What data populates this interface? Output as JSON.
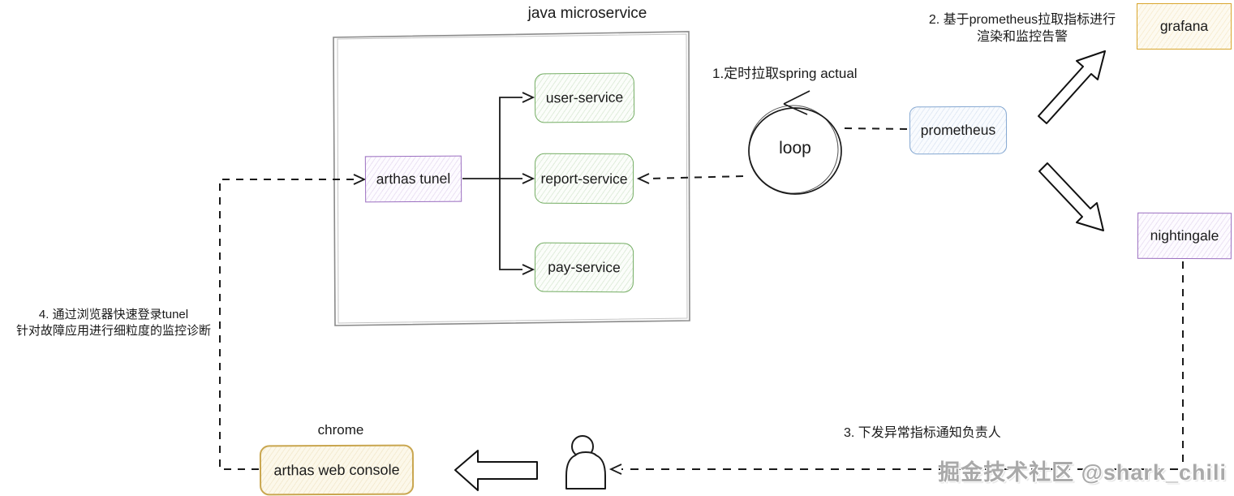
{
  "diagram": {
    "title": "java microservice",
    "nodes": {
      "arthas_tunel": "arthas tunel",
      "user_service": "user-service",
      "report_service": "report-service",
      "pay_service": "pay-service",
      "loop": "loop",
      "prometheus": "prometheus",
      "grafana": "grafana",
      "nightingale": "nightingale",
      "chrome": "chrome",
      "web_console": "arthas web console"
    },
    "annotations": {
      "step1": "1.定时拉取spring actual",
      "step2_line1": "2. 基于prometheus拉取指标进行",
      "step2_line2": "渲染和监控告警",
      "step3": "3. 下发异常指标通知负责人",
      "step4_line1": "4. 通过浏览器快速登录tunel",
      "step4_line2": "针对故障应用进行细粒度的监控诊断"
    },
    "watermark": "掘金技术社区 @shark_chili",
    "colors": {
      "purple_border": "#9b6fc0",
      "green_border": "#74ad63",
      "blue_border": "#84a7d1",
      "gold_border": "#d9a62e",
      "tan_border": "#c9a64f",
      "container_border": "#8a8a8a",
      "line": "#1a1a1a",
      "watermark_gray": "#a9a9a9"
    }
  }
}
